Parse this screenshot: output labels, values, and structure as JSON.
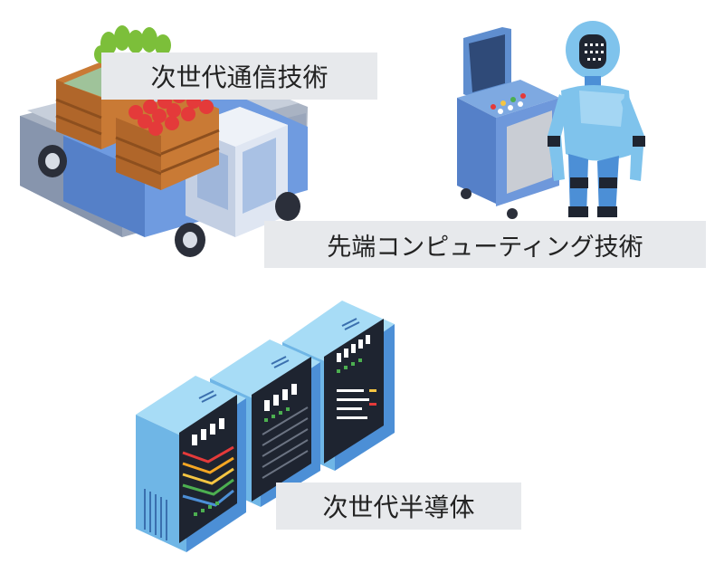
{
  "labels": {
    "next_gen_comm": "次世代通信技術",
    "edge_computing": "先端コンピューティング技術",
    "next_gen_semiconductor": "次世代半導体"
  },
  "icons": {
    "truck": "delivery-truck-icon",
    "robot": "robot-icon",
    "servers": "server-rack-icon"
  },
  "colors": {
    "label_bg": "#e7e9ec",
    "blue_light": "#7fc3ec",
    "blue_mid": "#4c8fd6",
    "crate": "#c97a35",
    "tomato": "#e43a3a"
  }
}
